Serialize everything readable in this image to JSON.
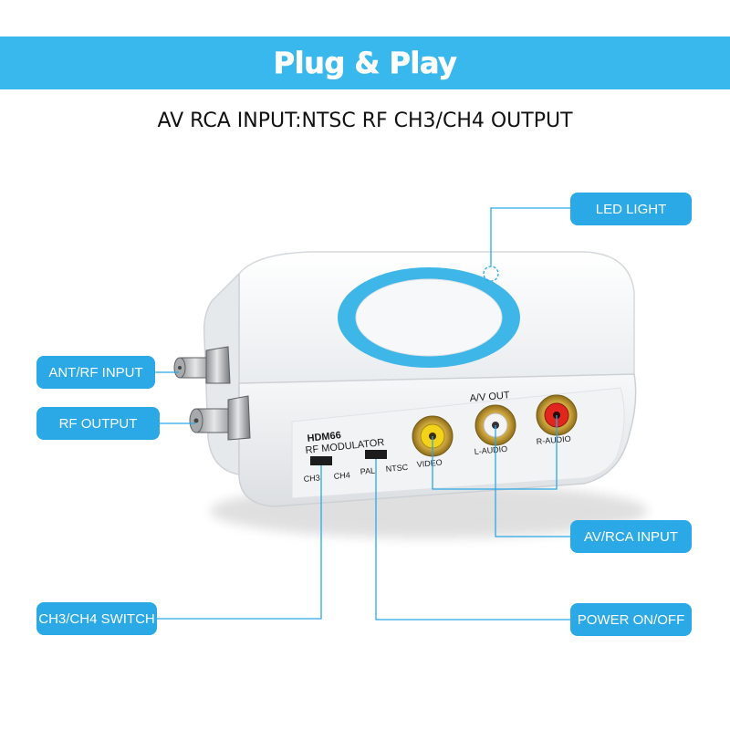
{
  "banner": {
    "title": "Plug & Play"
  },
  "subtitle": "AV RCA INPUT:NTSC RF CH3/CH4 OUTPUT",
  "callouts": {
    "led_light": "LED LIGHT",
    "ant_rf_input": "ANT/RF INPUT",
    "rf_output": "RF OUTPUT",
    "av_rca_input": "AV/RCA INPUT",
    "ch3_ch4_switch": "CH3/CH4 SWITCH",
    "power_on_off": "POWER ON/OFF"
  },
  "device": {
    "model": "HDM66",
    "name": "RF MODULATOR",
    "av_out": "A/V OUT",
    "video": "VIDEO",
    "l_audio": "L-AUDIO",
    "r_audio": "R-AUDIO",
    "ch3": "CH3",
    "ch4": "CH4",
    "pal": "PAL",
    "ntsc": "NTSC"
  },
  "colors": {
    "accent": "#2aa9e6",
    "banner": "#39b8ee",
    "ring": "#3fb6e8",
    "rca_yellow": "#f2d21a",
    "rca_white": "#f4f4f4",
    "rca_red": "#e0261d",
    "gold": "#c9a23a"
  }
}
